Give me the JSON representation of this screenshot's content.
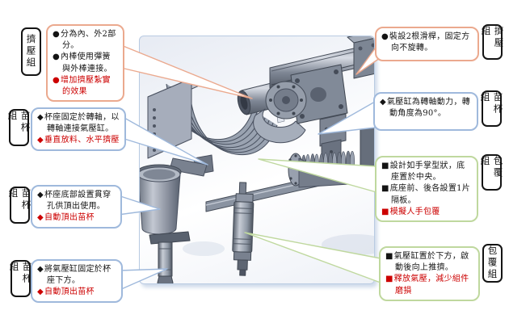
{
  "colors": {
    "squeeze_group_border": "#EBA98E",
    "cup_group_border": "#9FB9DC",
    "wrap_group_border": "#BFD89E",
    "emphasis_text": "#CC0000"
  },
  "left": [
    {
      "label": "擠壓組",
      "items": [
        {
          "bullet": "●",
          "text": "分為內、外2部分。"
        },
        {
          "bullet": "●",
          "text": "內棒使用彈簧與外棒連接。"
        },
        {
          "bullet": "●",
          "text": "增加擠壓紮實的效果"
        }
      ]
    },
    {
      "label": "苗杯組",
      "items": [
        {
          "bullet": "◆",
          "text": "杯座固定於轉軸，以轉軸連接氣壓缸。"
        },
        {
          "bullet": "◆",
          "text": "垂直放料、水平擠壓"
        }
      ]
    },
    {
      "label": "苗杯組",
      "items": [
        {
          "bullet": "◆",
          "text": "杯座底部設置貫穿孔供頂出使用。"
        },
        {
          "bullet": "◆",
          "text": "自動頂出苗杯"
        }
      ]
    },
    {
      "label": "苗杯組",
      "items": [
        {
          "bullet": "◆",
          "text": "將氣壓缸固定於杯座下方。"
        },
        {
          "bullet": "◆",
          "text": "自動頂出苗杯"
        }
      ]
    }
  ],
  "right": [
    {
      "label": "擠壓組",
      "items": [
        {
          "bullet": "●",
          "text": "裝設2根滑桿，固定方向不旋轉。"
        }
      ]
    },
    {
      "label": "苗杯組",
      "items": [
        {
          "bullet": "◆",
          "text": "氣壓缸為轉軸動力，轉動角度為90°。"
        }
      ]
    },
    {
      "label": "包覆組",
      "items": [
        {
          "bullet": "■",
          "text": "設計如手掌型狀，底座置於中央。"
        },
        {
          "bullet": "■",
          "text": "底座前、後各設置1片隔板。"
        },
        {
          "bullet": "■",
          "text": "模擬人手包覆"
        }
      ]
    },
    {
      "label": "包覆組",
      "items": [
        {
          "bullet": "■",
          "text": "氣壓缸置於下方，啟動後向上推擠。"
        },
        {
          "bullet": "■",
          "text": "釋放氣壓，減少組件磨損"
        }
      ]
    }
  ]
}
